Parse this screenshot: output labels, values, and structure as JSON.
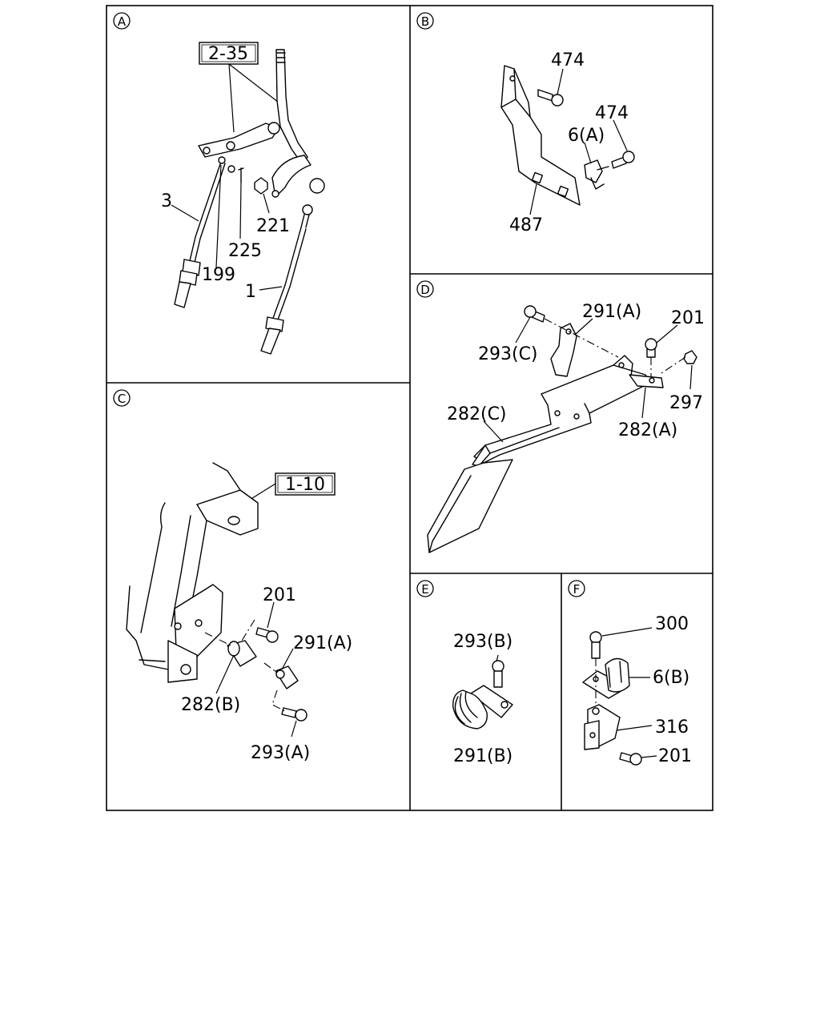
{
  "panels": [
    {
      "id": "A",
      "letter": "A",
      "ref_boxes": [
        "2-35"
      ],
      "callouts": [
        "3",
        "199",
        "225",
        "221",
        "1"
      ]
    },
    {
      "id": "B",
      "letter": "B",
      "ref_boxes": [],
      "callouts": [
        "474",
        "474",
        "6(A)",
        "487"
      ]
    },
    {
      "id": "C",
      "letter": "C",
      "ref_boxes": [
        "1-10"
      ],
      "callouts": [
        "201",
        "291(A)",
        "282(B)",
        "293(A)"
      ]
    },
    {
      "id": "D",
      "letter": "D",
      "ref_boxes": [],
      "callouts": [
        "291(A)",
        "201",
        "293(C)",
        "297",
        "282(C)",
        "282(A)"
      ]
    },
    {
      "id": "E",
      "letter": "E",
      "ref_boxes": [],
      "callouts": [
        "293(B)",
        "291(B)"
      ]
    },
    {
      "id": "F",
      "letter": "F",
      "ref_boxes": [],
      "callouts": [
        "300",
        "6(B)",
        "316",
        "201"
      ]
    }
  ]
}
